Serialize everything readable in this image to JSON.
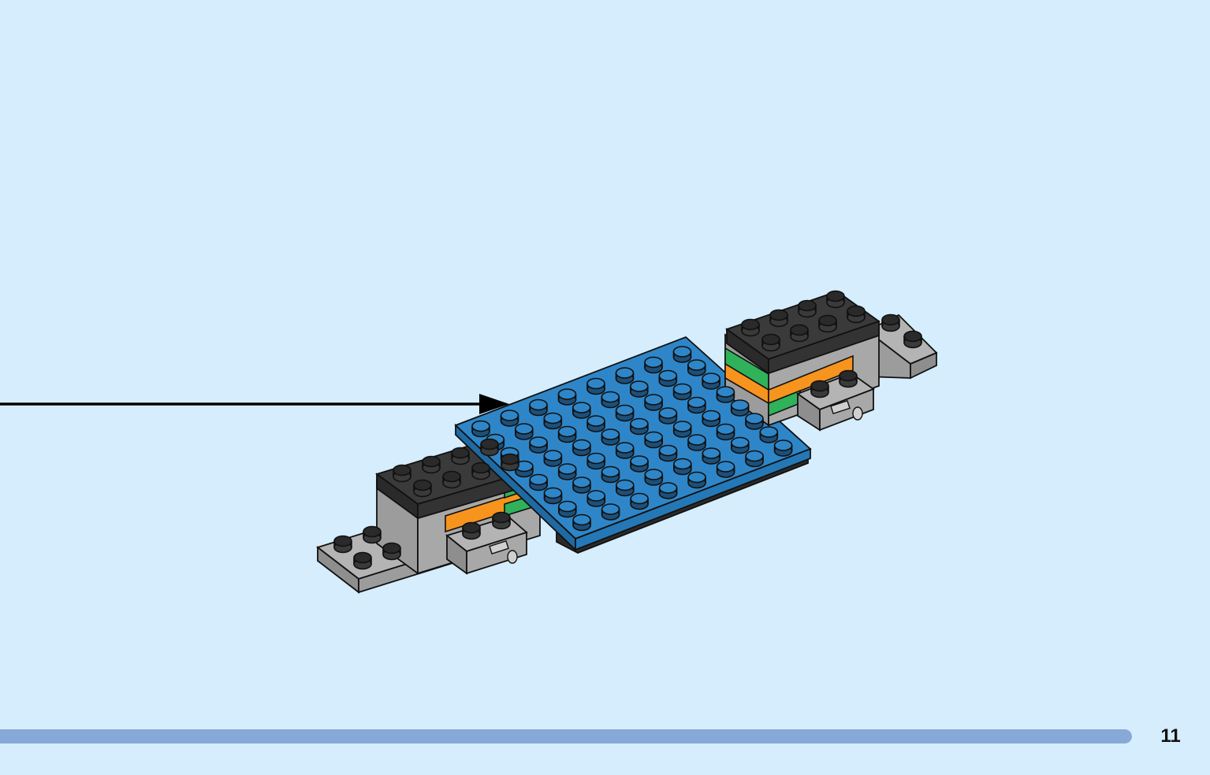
{
  "page": {
    "number": "11",
    "progress": 1.0
  },
  "colors": {
    "background": "#d5edfc",
    "plate_blue": "#2e86c8",
    "stud_dark": "#2f2f2f",
    "brick_gray": "#a9a9a9",
    "accent_orange": "#f7941d",
    "accent_green": "#2fb25a",
    "progress_bar": "#87a9d7"
  },
  "illustration": {
    "subject": "brick-build-step",
    "callout": "arrow-pointer"
  }
}
